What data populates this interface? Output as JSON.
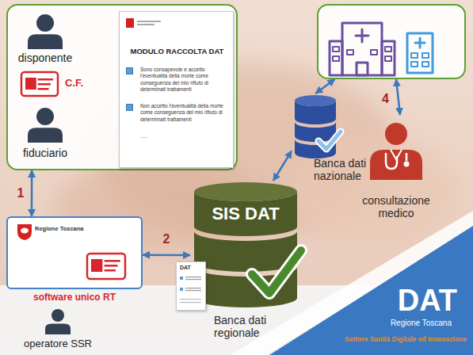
{
  "diagram": {
    "nodes": [
      {
        "text": [
          "disponente",
          "C.F.",
          "fiduciario"
        ]
      },
      {
        "text": [
          "MODULO RACCOLTA DAT",
          "Sono consapevole e accetto l'eventualità della morte come conseguenza del mio rifiuto di determinati trattamenti",
          "Non accetto l'eventualità della morte come conseguenza del mio rifiuto di determinati trattamenti",
          "...."
        ],
        "in": 0
      },
      {
        "text": []
      },
      {
        "text": [
          "Regione Toscana",
          "software unico RT"
        ]
      },
      {
        "text": [
          "SIS DAT",
          "Banca dati regionale"
        ]
      },
      {
        "text": [
          "Banca dati nazionale"
        ]
      },
      {
        "text": [
          "consultazione medico"
        ]
      },
      {
        "text": [
          "DAT"
        ]
      },
      {
        "text": [
          "DAT",
          "Regione Toscana",
          "Settore Sanità Digitale ed Innovazione"
        ]
      }
    ],
    "edges": [
      {
        "from": 0,
        "to": 3,
        "label": "1",
        "arrow": "both"
      },
      {
        "from": 3,
        "to": 4,
        "label": "2",
        "arrow": "both"
      },
      {
        "from": 4,
        "to": 5,
        "arrow": "both"
      },
      {
        "from": 5,
        "to": 2,
        "arrow": "both"
      },
      {
        "from": 2,
        "to": 6,
        "label": "4",
        "arrow": "both"
      }
    ],
    "labels": [
      "operatore SSR"
    ]
  }
}
